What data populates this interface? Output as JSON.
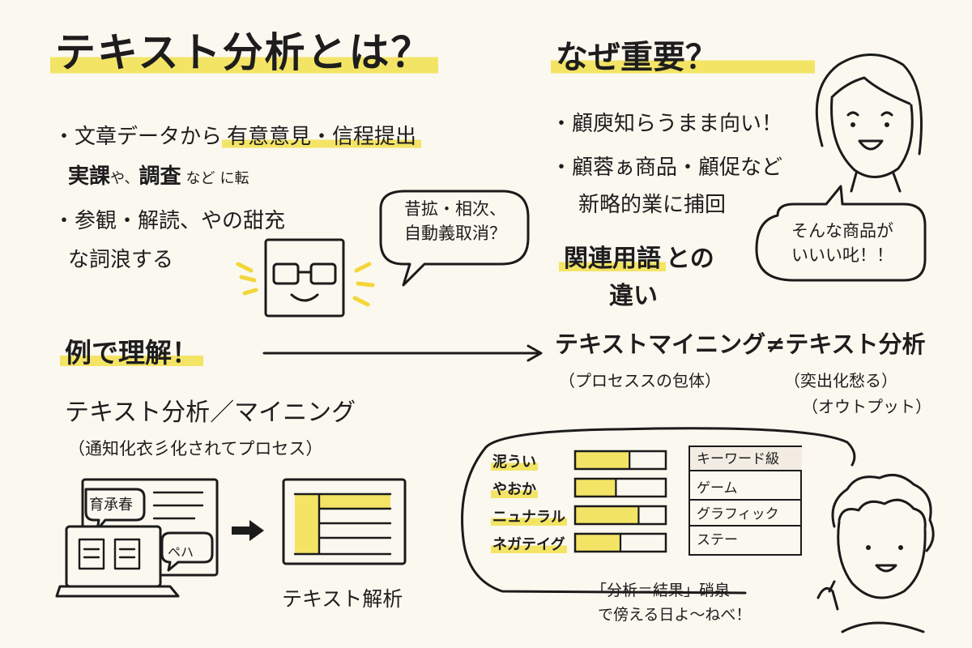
{
  "left_panel": {
    "title": "テキスト分析とは？",
    "bullets": [
      {
        "line1_pre": "・文章データから",
        "line1_highlight": "有意意見・信程提出",
        "line2_a": "実課",
        "line2_b": "や、",
        "line2_c": "調査",
        "line2_d": "など",
        "line2_e": "に転"
      },
      {
        "line1": "・参観・解読、やの甜充",
        "line2": "な詞浪する"
      }
    ],
    "robot_bubble": "昔拡・相次、\n自動義取消？"
  },
  "right_panel": {
    "title": "なぜ重要？",
    "bullets": [
      {
        "line1": "・顧庾知らうまま向い！"
      },
      {
        "line1": "・顧蓉ぁ商品・顧促など",
        "line2": "新略的業に捕回"
      }
    ],
    "woman_bubble": "そんな商品が\nいいい叱！！"
  },
  "example": {
    "heading": "例で理解！",
    "sub_title": "テキスト分析／マイニング",
    "sub_note": "（通知化衣彡化されてプロセス）",
    "doc_bubble": "育承春",
    "doc_bubble2": "ペハ",
    "result_label": "テキスト解析"
  },
  "related_terms": {
    "heading_part1": "関連用語",
    "heading_part2": "との",
    "heading_line2": "違い",
    "equation": "テキストマイニング≠テキスト分析",
    "left_note": "（プロセススの包体）",
    "right_note_line1": "（奕出化愁る）",
    "right_note_line2": "（オウトプット）"
  },
  "sentiment": {
    "labels": [
      "泥うい",
      "やおか",
      "ニュナラル",
      "ネガテイグ"
    ],
    "keyword_table": [
      "キーワード級",
      "ゲーム",
      "グラフィック",
      "ステー"
    ],
    "caption_line1": "「分析＝結果」硝泉",
    "caption_line2": "で傍える日よ～ねべ！"
  },
  "chart_data": {
    "type": "bar",
    "categories": [
      "泥うい",
      "やおか",
      "ニュナラル",
      "ネガテイグ"
    ],
    "values": [
      0.6,
      0.45,
      0.7,
      0.5
    ],
    "ylim": [
      0,
      1
    ],
    "orientation": "horizontal",
    "grid": false,
    "legend": "none"
  },
  "colors": {
    "background": "#fbf8ef",
    "highlight": "#f3e466",
    "ink": "#1b1b1b",
    "table_header": "#f2ece2"
  }
}
